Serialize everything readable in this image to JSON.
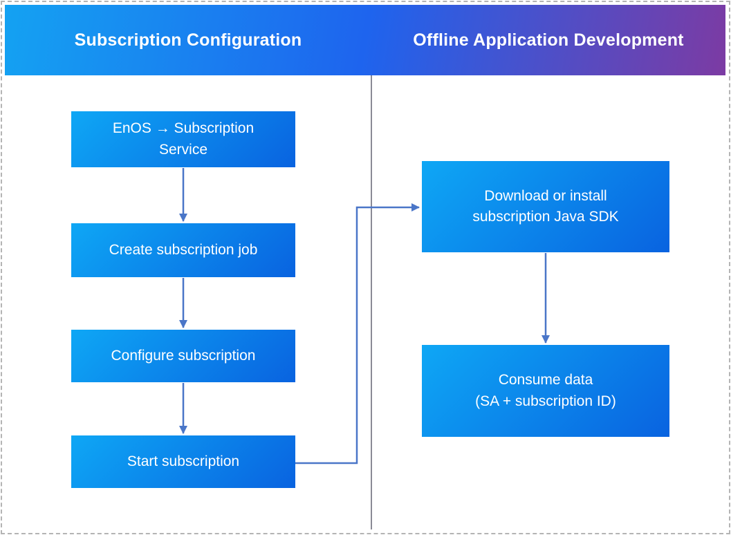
{
  "header": {
    "left_title": "Subscription Configuration",
    "right_title": "Offline Application Development"
  },
  "left_column": {
    "steps": [
      {
        "lines": [
          "EnOS → Subscription",
          "Service"
        ]
      },
      {
        "lines": [
          "Create subscription job"
        ]
      },
      {
        "lines": [
          "Configure subscription"
        ]
      },
      {
        "lines": [
          "Start subscription"
        ]
      }
    ]
  },
  "right_column": {
    "steps": [
      {
        "lines": [
          "Download or install",
          "subscription Java SDK"
        ]
      },
      {
        "lines": [
          "Consume data",
          "(SA + subscription ID)"
        ]
      }
    ]
  },
  "colors": {
    "header_gradient_start": "#14a2f2",
    "header_gradient_mid": "#1e64ee",
    "header_gradient_end": "#7c3ba3",
    "node_gradient_start": "#0ea7f5",
    "node_gradient_end": "#0963e0",
    "arrow": "#4a76c8",
    "divider": "#8a8a95",
    "dashed_border": "#b4b4b4",
    "text": "#ffffff"
  }
}
